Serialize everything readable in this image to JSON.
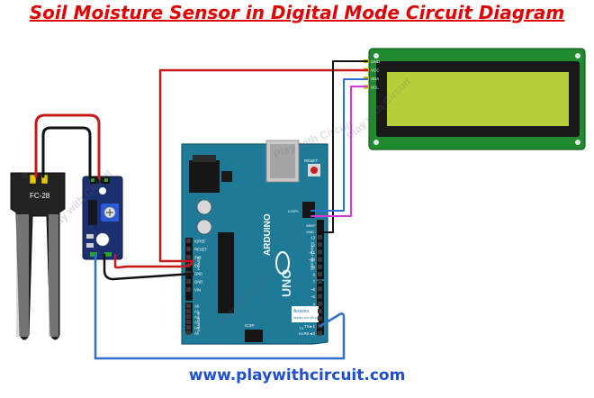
{
  "title": "Soil Moisture Sensor in Digital Mode Circuit Diagram",
  "footer": "www.playwithcircuit.com",
  "watermark": "Play with Circuit",
  "probe": {
    "label": "FC-28"
  },
  "arduino": {
    "brand": "ARDUINO",
    "model": "UNO",
    "sticker_title": "Arduino",
    "sticker_sub": "Arduino Uno (Rev3)",
    "icsp_label": "ICSP",
    "icsp2_label": "ICSP2",
    "aref_label": "AREF",
    "gnd_label": "GND",
    "power_pins": [
      "IOREF",
      "RESET",
      "3V3",
      "5V",
      "GND",
      "GND",
      "VIN"
    ],
    "analog_pins": [
      "A0",
      "A1",
      "A2",
      "A3",
      "A4",
      "A5"
    ],
    "digital_pins": [
      "13",
      "12",
      "~11",
      "~10",
      "~9",
      "8",
      "7",
      "~6",
      "~5",
      "4",
      "~3",
      "2",
      "TX►1",
      "RX◄0"
    ],
    "tx_label": "TX",
    "rx_label": "RX",
    "digital_header": "DIGITAL (PWM~)",
    "power_header": "POWER",
    "analog_header": "ANALOG IN",
    "reset_label": "RESET"
  },
  "lcd": {
    "pin_labels": [
      "GND",
      "VCC",
      "SDA",
      "SCL"
    ]
  },
  "colors": {
    "title": "#e00000",
    "footer": "#1f50d0",
    "arduino_board": "#1e7a96",
    "lcd_board": "#1f8a2e",
    "lcd_screen": "#b5cf3a",
    "module_board": "#1c2f6e",
    "wire_red": "#c81818",
    "wire_black": "#111111",
    "wire_blue": "#2e6fd0",
    "wire_magenta": "#d63ad6"
  }
}
